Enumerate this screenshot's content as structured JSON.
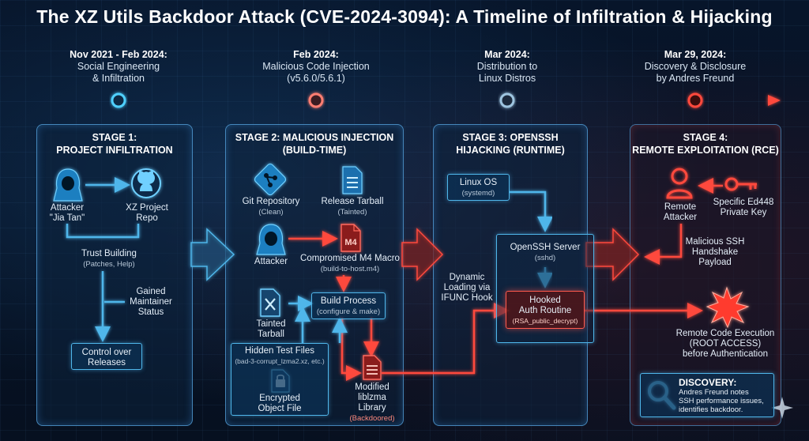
{
  "title": "The XZ Utils Backdoor Attack (CVE-2024-3094): A Timeline of Infiltration & Hijacking",
  "timeline": [
    {
      "date": "Nov 2021 - Feb 2024:",
      "line1": "Social Engineering",
      "line2": "& Infiltration"
    },
    {
      "date": "Feb 2024:",
      "line1": "Malicious Code Injection",
      "line2": "(v5.6.0/5.6.1)"
    },
    {
      "date": "Mar 2024:",
      "line1": "Distribution to",
      "line2": "Linux Distros"
    },
    {
      "date": "Mar 29, 2024:",
      "line1": "Discovery & Disclosure",
      "line2": "by Andres Freund"
    }
  ],
  "stage1": {
    "title1": "STAGE 1:",
    "title2": "PROJECT INFILTRATION",
    "attacker1": "Attacker",
    "attacker2": "\"Jia Tan\"",
    "repo1": "XZ Project",
    "repo2": "Repo",
    "trust1": "Trust Building",
    "trust2": "(Patches, Help)",
    "gained1": "Gained",
    "gained2": "Maintainer",
    "gained3": "Status",
    "control1": "Control over",
    "control2": "Releases"
  },
  "stage2": {
    "title1": "STAGE 2: MALICIOUS INJECTION",
    "title2": "(BUILD-TIME)",
    "git1": "Git Repository",
    "git2": "(Clean)",
    "tarball1": "Release Tarball",
    "tarball2": "(Tainted)",
    "attacker": "Attacker",
    "m4_badge": "M4",
    "m4_1": "Compromised M4 Macro",
    "m4_2": "(build-to-host.m4)",
    "tainted1": "Tainted",
    "tainted2": "Tarball",
    "build1": "Build Process",
    "build2": "(configure & make)",
    "hidden1": "Hidden Test Files",
    "hidden2": "(bad-3-corrupt_lzma2.xz, etc.)",
    "enc1": "Encrypted",
    "enc2": "Object File",
    "lib1": "Modified",
    "lib2": "liblzma",
    "lib3": "Library",
    "lib4": "(Backdoored)"
  },
  "stage3": {
    "title1": "STAGE 3: OPENSSH",
    "title2": "HIJACKING (RUNTIME)",
    "linux1": "Linux OS",
    "linux2": "(systemd)",
    "sshd1": "OpenSSH Server",
    "sshd2": "(sshd)",
    "dyn1": "Dynamic",
    "dyn2": "Loading via",
    "dyn3": "IFUNC Hook",
    "hook1": "Hooked",
    "hook2": "Auth Routine",
    "hook3": "(RSA_public_decrypt)"
  },
  "stage4": {
    "title1": "STAGE 4:",
    "title2": "REMOTE EXPLOITATION (RCE)",
    "remote1": "Remote",
    "remote2": "Attacker",
    "key1": "Specific Ed448",
    "key2": "Private Key",
    "payload1": "Malicious SSH",
    "payload2": "Handshake",
    "payload3": "Payload",
    "rce1": "Remote Code Execution",
    "rce2": "(ROOT ACCESS)",
    "rce3": "before Authentication",
    "disc_title": "DISCOVERY:",
    "disc1": "Andres Freund notes",
    "disc2": "SSH performance issues,",
    "disc3": "identifies backdoor."
  },
  "colors": {
    "blue": "#4fb6ea",
    "red": "#ff4a3e",
    "bg": "#06111f"
  }
}
